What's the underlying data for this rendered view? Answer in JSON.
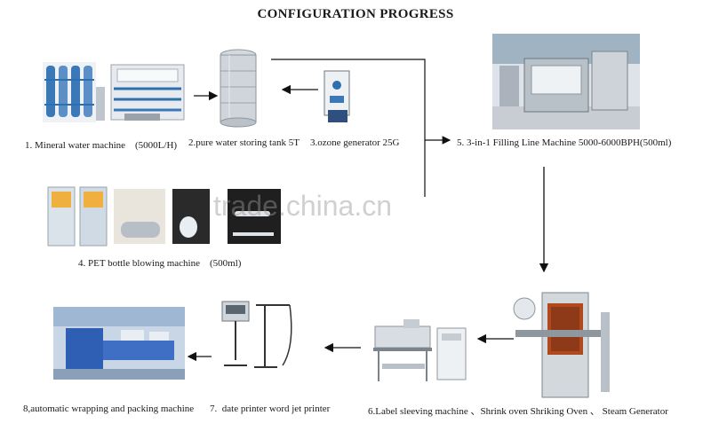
{
  "title": "CONFIGURATION PROGRESS",
  "captions": {
    "mineral_water": "1. Mineral water machine　(5000L/H)",
    "pure_water_tank": "2.pure water storing tank 5T",
    "ozone": "3.ozone generator 25G",
    "pet_blowing": "4. PET bottle blowing machine　(500ml)",
    "filling": "5. 3-in-1 Filling Line Machine 5000-6000BPH(500ml)",
    "label_sleeving": "6.Label sleeving machine 、Shrink oven Shriking Oven 、 Steam Generator",
    "date_printer": "7. date printer word jet printer",
    "wrapping": "8,automatic wrapping and packing machine"
  },
  "watermark": "trade.china.cn",
  "colors": {
    "arrow": "#111111",
    "steel": "#c9ced4",
    "blue_pipe": "#2f6fb0",
    "photo_bg": "#dde3e8"
  },
  "icons": [
    "ro-filter-machine-image",
    "storage-tank-image",
    "ozone-generator-image",
    "bottle-blowing-image",
    "filling-machine-image",
    "sleeving-machine-image",
    "jet-printer-image",
    "wrapping-machine-image"
  ]
}
